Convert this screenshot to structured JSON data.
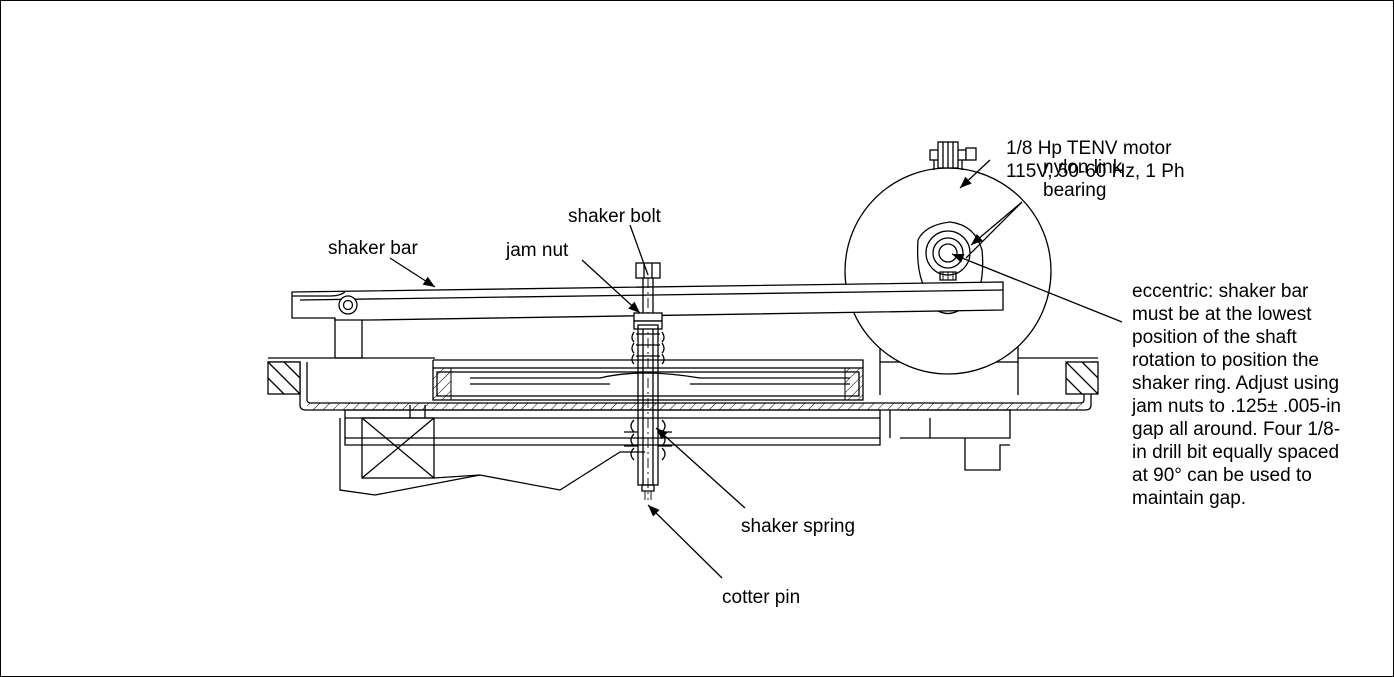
{
  "labels": {
    "motor_line1": "1/8 Hp TENV motor",
    "motor_line2": "115V, 50-60 Hz, 1 Ph",
    "nylon_line1": "nylon link",
    "nylon_line2": "bearing",
    "shaker_bolt": "shaker bolt",
    "shaker_bar": "shaker bar",
    "jam_nut": "jam nut",
    "shaker_spring": "shaker spring",
    "cotter_pin": "cotter pin",
    "eccentric_lines": [
      "eccentric: shaker bar",
      "must be at the lowest",
      "position of the shaft",
      "rotation to position the",
      "shaker ring. Adjust using",
      "jam nuts to .125± .005-in",
      "gap all around. Four 1/8-",
      "in drill bit equally spaced",
      "at 90° can be used to",
      "maintain gap."
    ]
  },
  "colors": {
    "line": "#000000",
    "background": "#ffffff"
  }
}
